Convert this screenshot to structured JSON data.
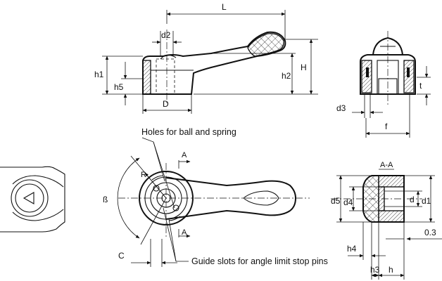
{
  "labels": {
    "L": "L",
    "d2": "d2",
    "H": "H",
    "h1": "h1",
    "h2": "h2",
    "h5": "h5",
    "D": "D",
    "d3": "d3",
    "f": "f",
    "t": "t",
    "holes_note": "Holes for ball and spring",
    "A_top": "A",
    "A_bottom": "A",
    "R": "R",
    "beta": "ß",
    "C": "C",
    "guide_note": "Guide slots for angle limit stop pins",
    "section": "A-A",
    "d5": "d5",
    "d4": "d4",
    "d": "d",
    "d1": "d1",
    "h4": "h4",
    "h3": "h3",
    "h": "h",
    "val_03": "0.3"
  },
  "colors": {
    "line": "#111111",
    "background": "#ffffff"
  }
}
